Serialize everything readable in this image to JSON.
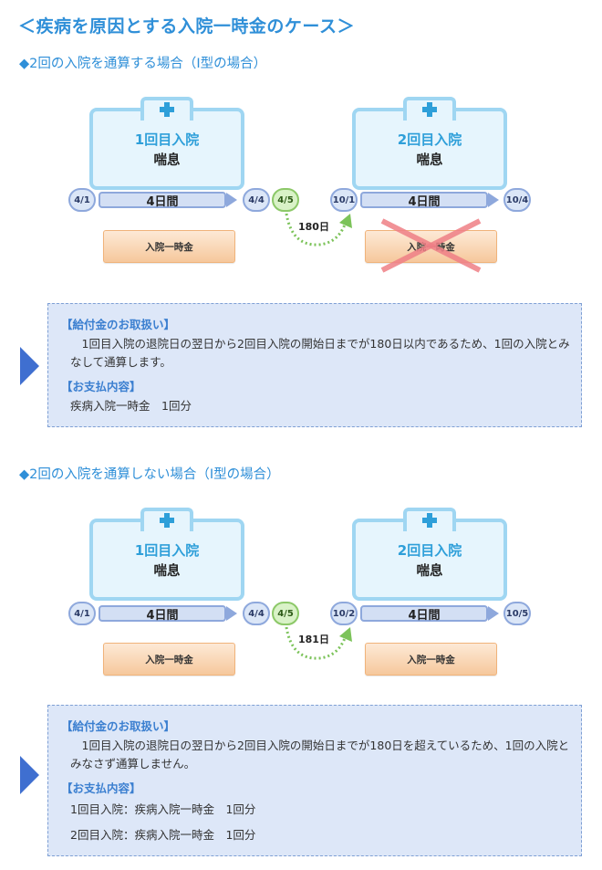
{
  "title": "＜疾病を原因とする入院一時金のケース＞",
  "sections": [
    {
      "heading": "◆2回の入院を通算する場合（I型の場合）",
      "stays": [
        {
          "label": "1回目入院",
          "condition": "喘息",
          "start": "4/1",
          "end": "4/4",
          "duration": "4日間",
          "payment": "入院一時金"
        },
        {
          "label": "2回目入院",
          "condition": "喘息",
          "start": "10/1",
          "end": "10/4",
          "duration": "4日間",
          "payment": "入院一時金"
        }
      ],
      "next_day": "4/5",
      "gap": "180日",
      "info": {
        "label1": "【給付金のお取扱い】",
        "text1": "1回目入院の退院日の翌日から2回目入院の開始日までが180日以内であるため、1回の入院とみなして通算します。",
        "label2": "【お支払内容】",
        "lines": [
          "疾病入院一時金　1回分"
        ]
      }
    },
    {
      "heading": "◆2回の入院を通算しない場合（I型の場合）",
      "stays": [
        {
          "label": "1回目入院",
          "condition": "喘息",
          "start": "4/1",
          "end": "4/4",
          "duration": "4日間",
          "payment": "入院一時金"
        },
        {
          "label": "2回目入院",
          "condition": "喘息",
          "start": "10/2",
          "end": "10/5",
          "duration": "4日間",
          "payment": "入院一時金"
        }
      ],
      "next_day": "4/5",
      "gap": "181日",
      "info": {
        "label1": "【給付金のお取扱い】",
        "text1": "1回目入院の退院日の翌日から2回目入院の開始日までが180日を超えているため、1回の入院とみなさず通算しません。",
        "label2": "【お支払内容】",
        "lines": [
          "1回目入院：疾病入院一時金　1回分",
          "2回目入院：疾病入院一時金　1回分"
        ]
      }
    }
  ]
}
